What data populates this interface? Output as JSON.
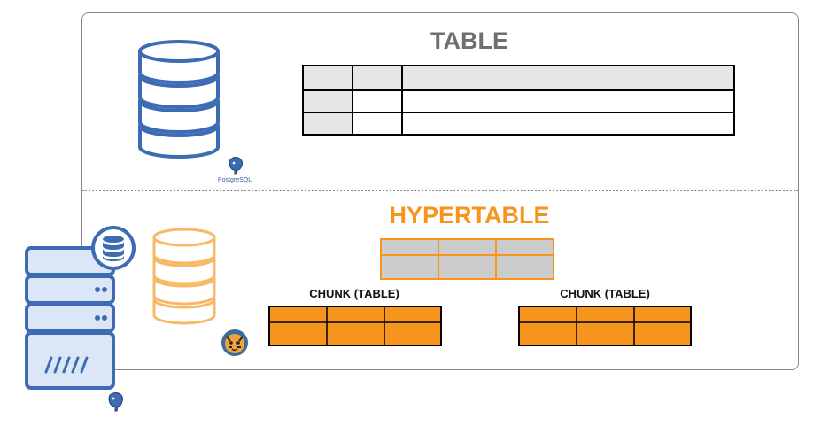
{
  "table_section": {
    "title": "TABLE",
    "logo_caption": "PostgreSQL"
  },
  "hypertable_section": {
    "title": "HYPERTABLE",
    "chunks": [
      {
        "label": "CHUNK (TABLE)"
      },
      {
        "label": "CHUNK (TABLE)"
      }
    ]
  },
  "icons": {
    "postgres_database": "database-icon",
    "timescale_database": "database-icon",
    "server": "server-icon",
    "postgres_logo": "postgresql-elephant-icon",
    "timescale_logo": "timescale-tiger-icon"
  },
  "colors": {
    "postgres_blue": "#3d6cb4",
    "timescale_orange": "#f7941d",
    "chunk_fill": "#f7941d",
    "table_header_gray": "#e6e6e6",
    "hypertable_gray": "#cccccc",
    "frame_gray": "#8a8a8a"
  }
}
